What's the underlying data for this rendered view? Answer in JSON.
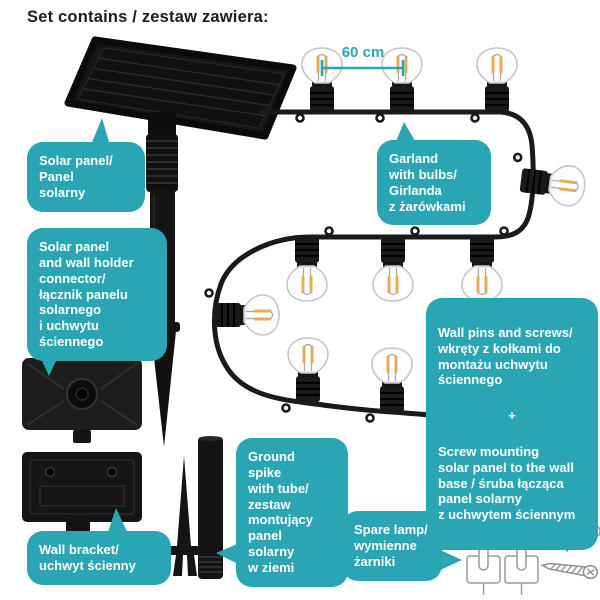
{
  "title": "Set contains / zestaw zawiera:",
  "colors": {
    "teal": "#29a5b4",
    "cable_black": "#1a1a1a",
    "filament_amber": "#e3af58"
  },
  "measurement": {
    "label": "60 cm"
  },
  "garland": {
    "bulb_count": 10
  },
  "callouts": {
    "solar_panel": {
      "text": "Solar panel/\nPanel\nsolarny"
    },
    "connector": {
      "text": "Solar panel\nand wall holder\nconnector/\nłącznik panelu\nsolarnego\ni uchwytu\nściennego"
    },
    "garland": {
      "text": "Garland\nwith bulbs/\nGirlanda\nz żarówkami"
    },
    "wall_pins": {
      "text_top": "Wall pins and screws/\nwkręty z kołkami do\nmontażu uchwytu\nściennego",
      "plus": "+",
      "text_bottom": "Screw mounting\nsolar panel to the wall\nbase / śruba łącząca\npanel solarny\nz uchwytem ściennym"
    },
    "ground_spike": {
      "text": "Ground\nspike\nwith tube/\nzestaw\nmontujący\npanel\nsolarny\nw ziemi"
    },
    "wall_bracket": {
      "text": "Wall bracket/\nuchwyt ścienny"
    },
    "spare_lamp": {
      "text": "Spare lamp/\nwymienne\nżarniki"
    }
  },
  "screws_plus": "+"
}
